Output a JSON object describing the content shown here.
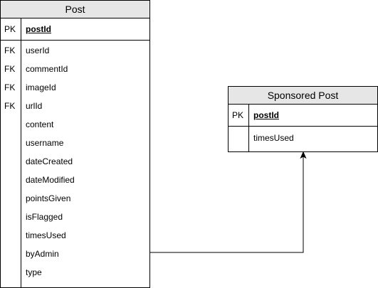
{
  "post": {
    "title": "Post",
    "primary_key": {
      "key": "PK",
      "name": "postId"
    },
    "fields": [
      {
        "key": "FK",
        "name": "userId"
      },
      {
        "key": "FK",
        "name": "commentId"
      },
      {
        "key": "FK",
        "name": "imageId"
      },
      {
        "key": "FK",
        "name": "urlId"
      },
      {
        "key": "",
        "name": "content"
      },
      {
        "key": "",
        "name": "username"
      },
      {
        "key": "",
        "name": "dateCreated"
      },
      {
        "key": "",
        "name": "dateModified"
      },
      {
        "key": "",
        "name": "pointsGiven"
      },
      {
        "key": "",
        "name": "isFlagged"
      },
      {
        "key": "",
        "name": "timesUsed"
      },
      {
        "key": "",
        "name": "byAdmin"
      },
      {
        "key": "",
        "name": "type"
      }
    ]
  },
  "sponsored_post": {
    "title": "Sponsored Post",
    "primary_key": {
      "key": "PK",
      "name": "postId"
    },
    "fields": [
      {
        "key": "",
        "name": "timesUsed"
      }
    ]
  },
  "colors": {
    "header_fill": "#e6e6e6",
    "line": "#000000"
  }
}
